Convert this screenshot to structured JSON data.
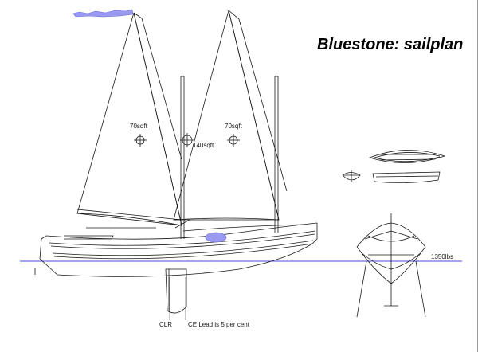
{
  "title": "Bluestone: sailplan",
  "sails": {
    "aft_area": "70sqft",
    "fore_area": "70sqft",
    "total_area": "140sqft"
  },
  "displacement": "1350lbs",
  "labels": {
    "clr": "CLR",
    "ce_lead": "CE Lead is 5 per cent"
  },
  "colors": {
    "waterline": "#4a4ad8",
    "blue_patch": "#9a9af0",
    "line": "#1a1a1a"
  }
}
